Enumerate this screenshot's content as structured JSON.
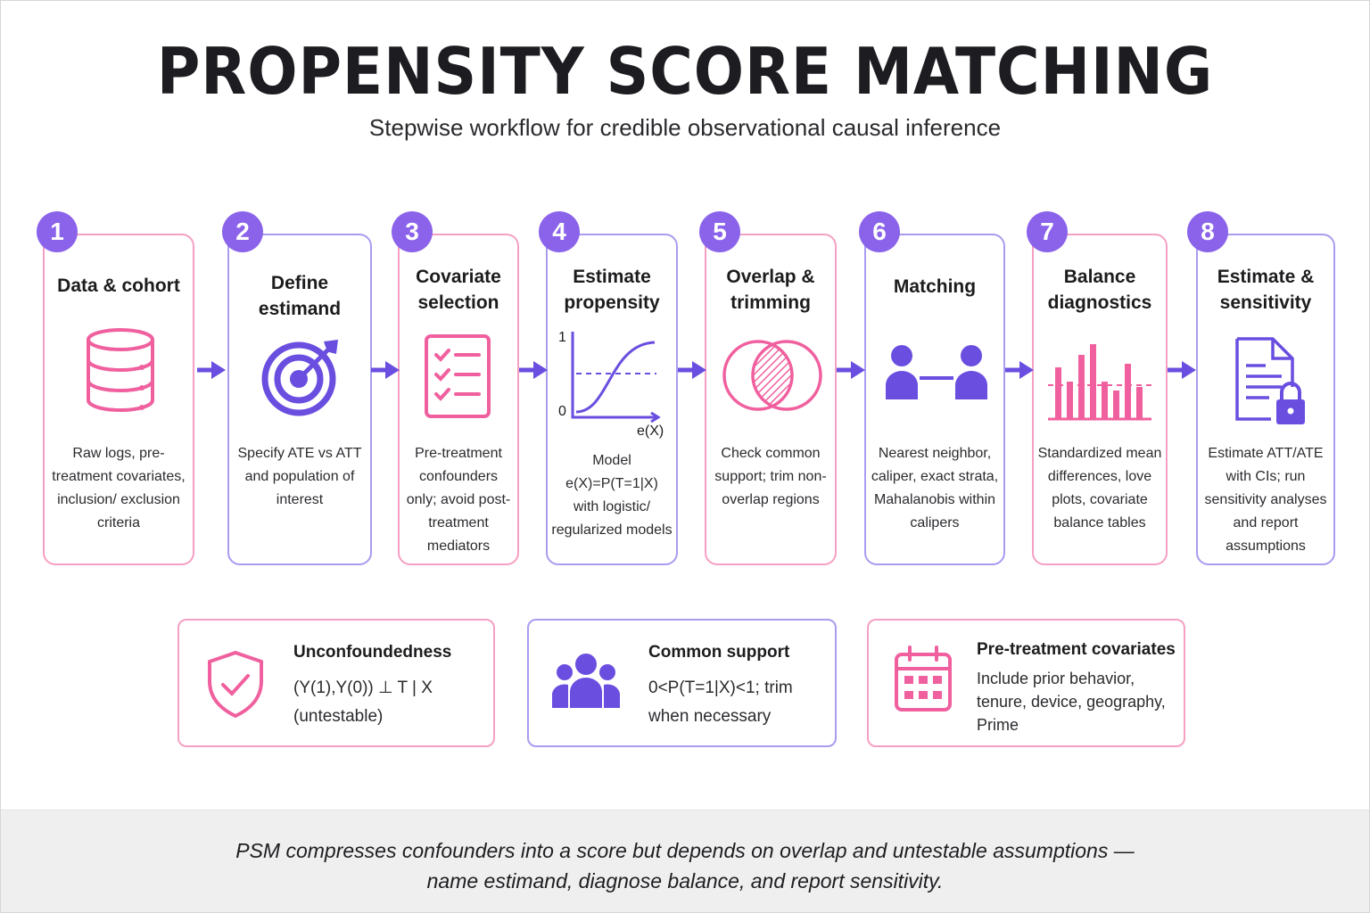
{
  "title": "PROPENSITY SCORE MATCHING",
  "subtitle": "Stepwise workflow for credible observational causal inference",
  "steps": [
    {
      "number": "1",
      "title": "Data & cohort",
      "description": "Raw logs, pre-treatment covariates, inclusion/ exclusion criteria",
      "icon": "database-icon"
    },
    {
      "number": "2",
      "title": "Define estimand",
      "description": "Specify ATE vs ATT and population of interest",
      "icon": "target-icon"
    },
    {
      "number": "3",
      "title": "Covariate selection",
      "description": "Pre-treatment confounders only; avoid post-treatment mediators",
      "icon": "checklist-icon"
    },
    {
      "number": "4",
      "title": "Estimate propensity",
      "description": "Model e(X)=P(T=1|X) with logistic/ regularized models",
      "icon": "sigmoid-curve-icon",
      "graph": {
        "y_top": "1",
        "y_bottom": "0",
        "x_label": "e(X)"
      }
    },
    {
      "number": "5",
      "title": "Overlap & trimming",
      "description": "Check common support; trim non-overlap regions",
      "icon": "venn-overlap-icon"
    },
    {
      "number": "6",
      "title": "Matching",
      "description": "Nearest neighbor, caliper, exact strata, Mahalanobis within calipers",
      "icon": "matched-pair-icon"
    },
    {
      "number": "7",
      "title": "Balance diagnostics",
      "description": "Standardized mean differences, love plots, covariate balance tables",
      "icon": "bar-chart-icon"
    },
    {
      "number": "8",
      "title": "Estimate & sensitivity",
      "description": "Estimate ATT/ATE with CIs; run sensitivity analyses and report assumptions",
      "icon": "locked-document-icon"
    }
  ],
  "assumptions": [
    {
      "title": "Unconfoundedness",
      "text": "(Y(1),Y(0)) ⊥ T | X (untestable)",
      "icon": "shield-check-icon"
    },
    {
      "title": "Common support",
      "text": "0<P(T=1|X)<1; trim when necessary",
      "icon": "group-icon"
    },
    {
      "title": "Pre-treatment covariates",
      "text": "Include prior behavior, tenure, device, geography, Prime",
      "icon": "calendar-icon"
    }
  ],
  "footer": "PSM compresses confounders into a score but depends on overlap and untestable assumptions — name estimand, diagnose balance, and report sensitivity.",
  "colors": {
    "accent_purple": "#8b63ea",
    "icon_purple": "#6a4ee0",
    "accent_pink": "#f0609e",
    "border_pink": "#f5a0c3",
    "border_purple": "#a89cf0"
  }
}
